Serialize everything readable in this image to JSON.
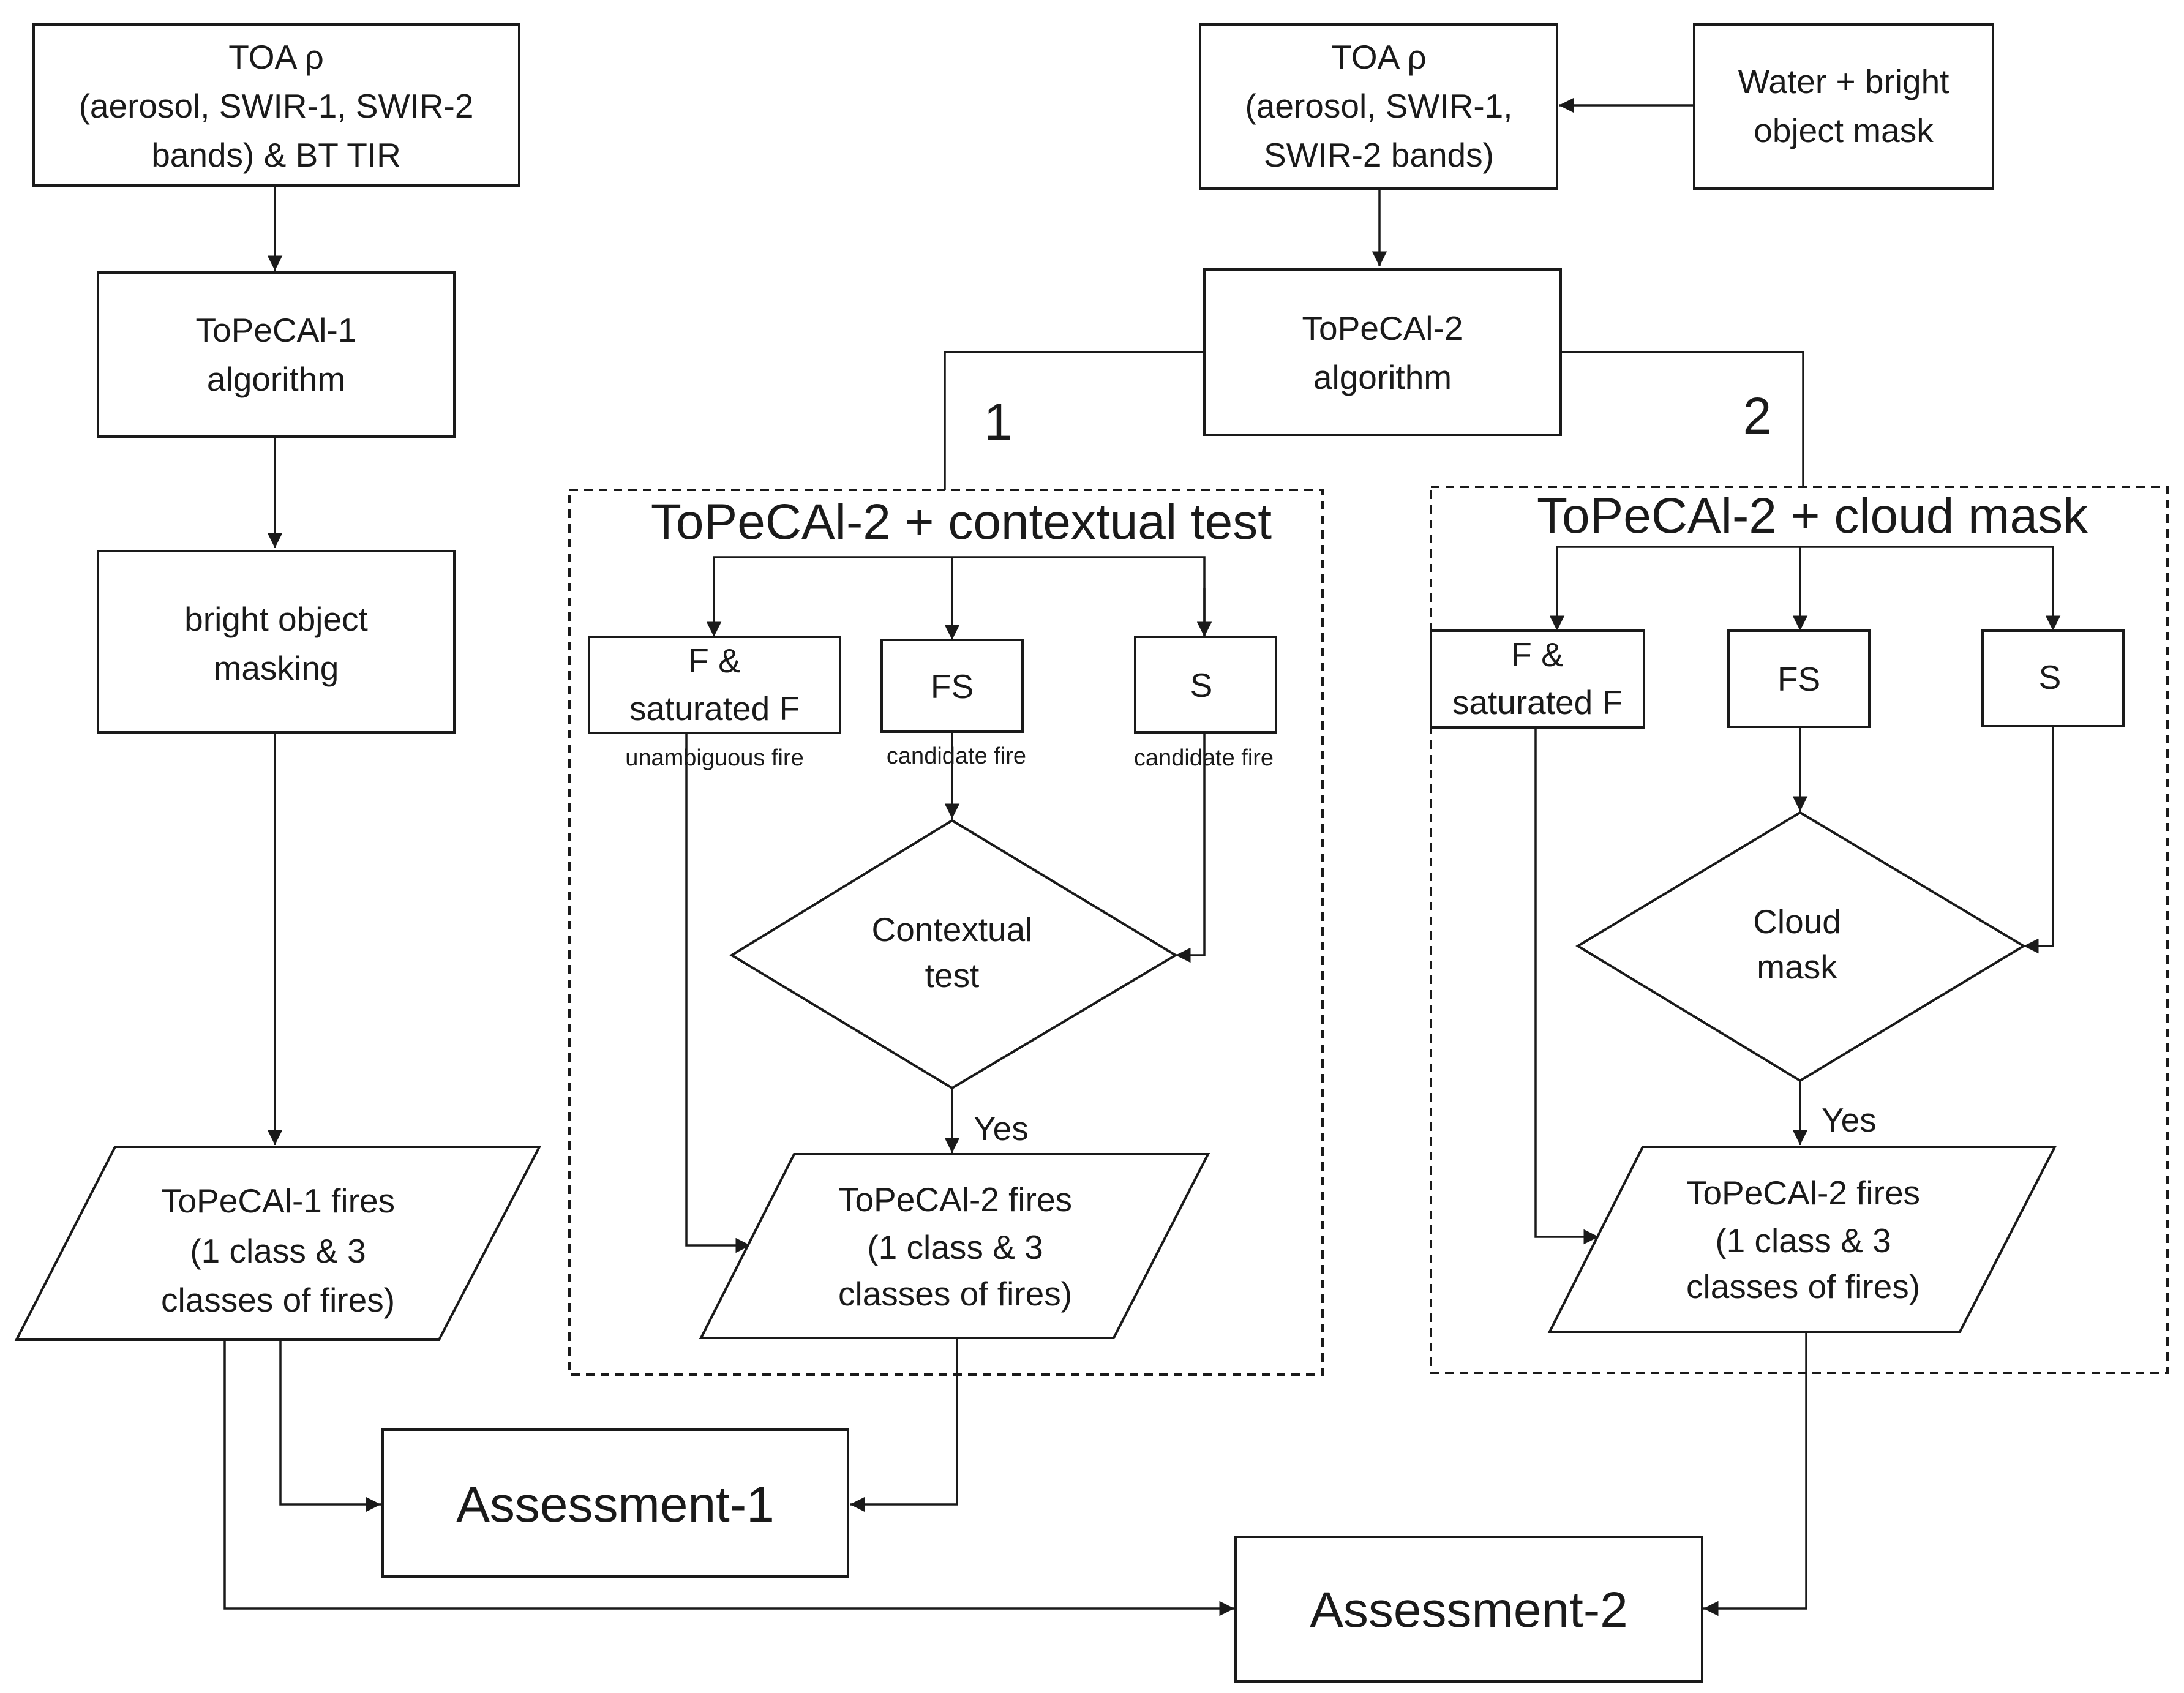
{
  "left": {
    "input": [
      "TOA ρ",
      "(aerosol, SWIR-1, SWIR-2",
      "bands) & BT TIR"
    ],
    "algorithm": [
      "ToPeCAl-1",
      "algorithm"
    ],
    "masking": [
      "bright object",
      "masking"
    ],
    "fires": [
      "ToPeCAl-1 fires",
      "(1 class & 3",
      "classes of fires)"
    ]
  },
  "right": {
    "input": [
      "TOA ρ",
      "(aerosol, SWIR-1,",
      "SWIR-2 bands)"
    ],
    "mask": [
      "Water + bright",
      "object mask"
    ],
    "algorithm": [
      "ToPeCAl-2",
      "algorithm"
    ]
  },
  "branch1": {
    "number": "1",
    "title": "ToPeCAl-2  + contextual test",
    "f_box": [
      "F &",
      "saturated F"
    ],
    "fs_box": "FS",
    "s_box": "S",
    "f_note": "unambiguous fire",
    "fs_note": "candidate fire",
    "s_note": "candidate fire",
    "decision": [
      "Contextual",
      "test"
    ],
    "yes": "Yes",
    "fires": [
      "ToPeCAl-2 fires",
      "(1 class & 3",
      "classes of fires)"
    ]
  },
  "branch2": {
    "number": "2",
    "title": "ToPeCAl-2  + cloud mask",
    "f_box": [
      "F &",
      "saturated F"
    ],
    "fs_box": "FS",
    "s_box": "S",
    "decision": [
      "Cloud",
      "mask"
    ],
    "yes": "Yes",
    "fires": [
      "ToPeCAl-2 fires",
      "(1 class & 3",
      "classes of fires)"
    ]
  },
  "assessments": {
    "one": "Assessment-1",
    "two": "Assessment-2"
  }
}
